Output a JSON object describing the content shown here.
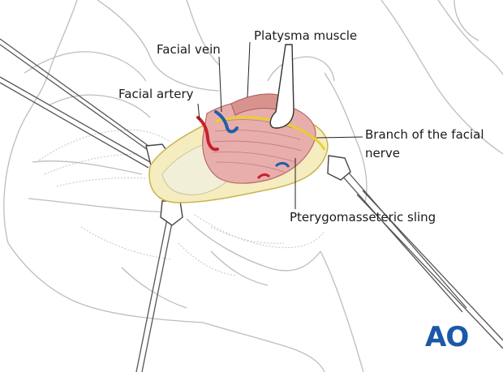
{
  "labels": {
    "platysma": "Platysma muscle",
    "facial_vein": "Facial vein",
    "facial_artery": "Facial artery",
    "branch_line1": "Branch of the facial",
    "branch_line2": "nerve",
    "sling": "Pterygomasseteric sling"
  },
  "logo": {
    "text": "AO",
    "color": "#1b59a8"
  },
  "colors": {
    "artery": "#c8202c",
    "vein": "#1f5fa8",
    "nerve": "#f1dc3c",
    "muscle": "#e6a8a8",
    "fat": "#f3e7a6",
    "outline": "#b9b9b9"
  }
}
